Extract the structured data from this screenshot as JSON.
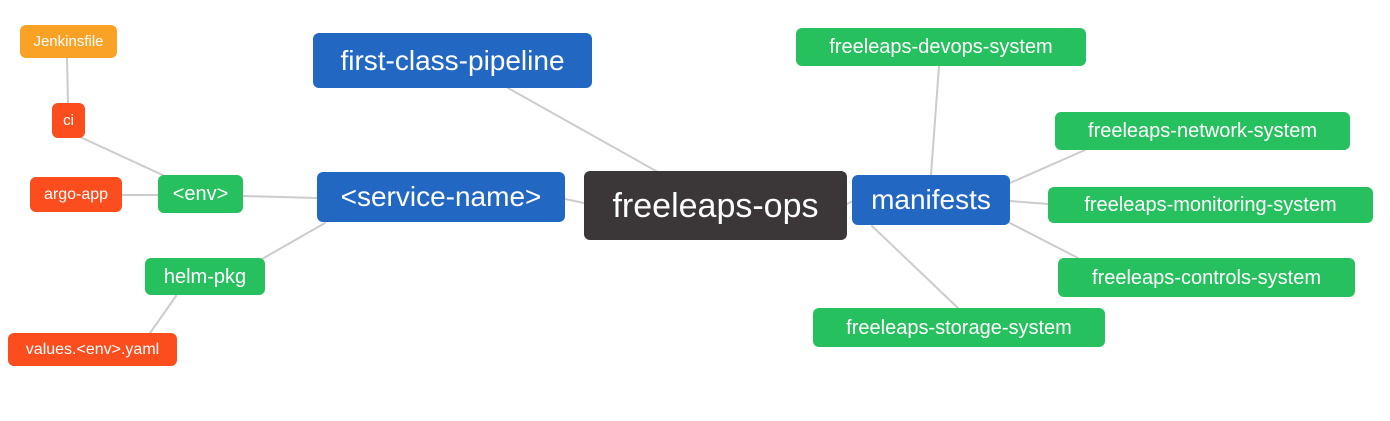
{
  "colors": {
    "node_blue": "#2268c3",
    "node_green": "#27c05f",
    "node_orange": "#f9a226",
    "node_red": "#fb4d1d",
    "node_dark": "#3b3738",
    "edge": "#cccccc",
    "text": "#ffffff",
    "background": "#ffffff"
  },
  "diagram": {
    "type": "mindmap",
    "root": "freeleaps-ops",
    "nodes": [
      {
        "id": "jenkinsfile",
        "label": "Jenkinsfile",
        "color": "orange"
      },
      {
        "id": "ci",
        "label": "ci",
        "color": "red"
      },
      {
        "id": "argo-app",
        "label": "argo-app",
        "color": "red"
      },
      {
        "id": "env",
        "label": "<env>",
        "color": "green"
      },
      {
        "id": "service-name",
        "label": "<service-name>",
        "color": "blue"
      },
      {
        "id": "first-class-pipeline",
        "label": "first-class-pipeline",
        "color": "blue"
      },
      {
        "id": "freeleaps-ops",
        "label": "freeleaps-ops",
        "color": "dark"
      },
      {
        "id": "helm-pkg",
        "label": "helm-pkg",
        "color": "green"
      },
      {
        "id": "values-env-yaml",
        "label": "values.<env>.yaml",
        "color": "red"
      },
      {
        "id": "manifests",
        "label": "manifests",
        "color": "blue"
      },
      {
        "id": "devops-system",
        "label": "freeleaps-devops-system",
        "color": "green"
      },
      {
        "id": "network-system",
        "label": "freeleaps-network-system",
        "color": "green"
      },
      {
        "id": "monitoring-system",
        "label": "freeleaps-monitoring-system",
        "color": "green"
      },
      {
        "id": "controls-system",
        "label": "freeleaps-controls-system",
        "color": "green"
      },
      {
        "id": "storage-system",
        "label": "freeleaps-storage-system",
        "color": "green"
      }
    ],
    "edges": [
      [
        "jenkinsfile",
        "ci"
      ],
      [
        "ci",
        "env"
      ],
      [
        "argo-app",
        "env"
      ],
      [
        "env",
        "service-name"
      ],
      [
        "helm-pkg",
        "service-name"
      ],
      [
        "values-env-yaml",
        "helm-pkg"
      ],
      [
        "first-class-pipeline",
        "freeleaps-ops"
      ],
      [
        "service-name",
        "freeleaps-ops"
      ],
      [
        "freeleaps-ops",
        "manifests"
      ],
      [
        "manifests",
        "devops-system"
      ],
      [
        "manifests",
        "network-system"
      ],
      [
        "manifests",
        "monitoring-system"
      ],
      [
        "manifests",
        "controls-system"
      ],
      [
        "manifests",
        "storage-system"
      ]
    ]
  }
}
